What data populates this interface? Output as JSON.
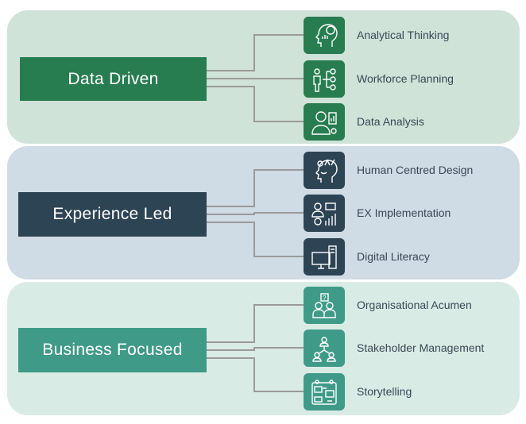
{
  "colors": {
    "green": "#277d50",
    "dark": "#2d4454",
    "teal": "#3f9b88"
  },
  "groups": [
    {
      "title": "Data Driven",
      "items": [
        {
          "label": "Analytical Thinking",
          "icon": "head-chart-icon"
        },
        {
          "label": "Workforce Planning",
          "icon": "person-org-chart-icon"
        },
        {
          "label": "Data Analysis",
          "icon": "person-presentation-icon"
        }
      ]
    },
    {
      "title": "Experience Led",
      "items": [
        {
          "label": "Human Centred Design",
          "icon": "head-ideas-icon"
        },
        {
          "label": "EX Implementation",
          "icon": "people-growth-icon"
        },
        {
          "label": "Digital Literacy",
          "icon": "computer-devices-icon"
        }
      ]
    },
    {
      "title": "Business Focused",
      "items": [
        {
          "label": "Organisational Acumen",
          "icon": "people-question-icon"
        },
        {
          "label": "Stakeholder Management",
          "icon": "stakeholder-network-icon"
        },
        {
          "label": "Storytelling",
          "icon": "storyboard-icon"
        }
      ]
    }
  ]
}
